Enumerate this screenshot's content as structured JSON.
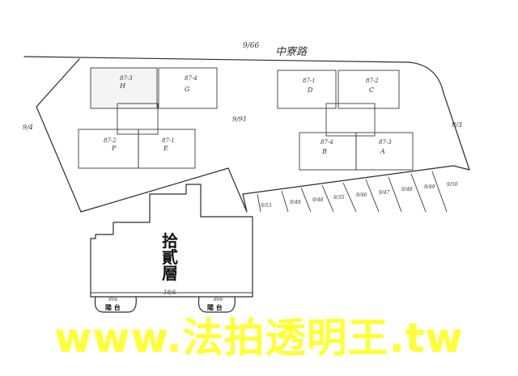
{
  "road": {
    "code": "9/66",
    "name": "中寮路"
  },
  "site_number": "9/91",
  "boundary_marks": [
    "9/4",
    "9/3"
  ],
  "units": [
    {
      "code": "87-3",
      "letter": "H"
    },
    {
      "code": "87-4",
      "letter": "G"
    },
    {
      "code": "87-1",
      "letter": "D"
    },
    {
      "code": "87-2",
      "letter": "C"
    },
    {
      "code": "87-2",
      "letter": "F"
    },
    {
      "code": "87-1",
      "letter": "E"
    },
    {
      "code": "87-4",
      "letter": "B"
    },
    {
      "code": "87-3",
      "letter": "A"
    }
  ],
  "parking_lots": [
    "9/53",
    "9/49",
    "9/48",
    "9/35",
    "9/46",
    "9/47",
    "9/48",
    "9/49",
    "9/50"
  ],
  "floor_title": [
    "拾",
    "貳",
    "層"
  ],
  "floor_bottom_code": "18/6",
  "balconies": [
    {
      "code": "866",
      "label": "陽 台"
    },
    {
      "code": "866",
      "label": "陽 台"
    }
  ],
  "watermark": "www.法拍透明王.tw"
}
